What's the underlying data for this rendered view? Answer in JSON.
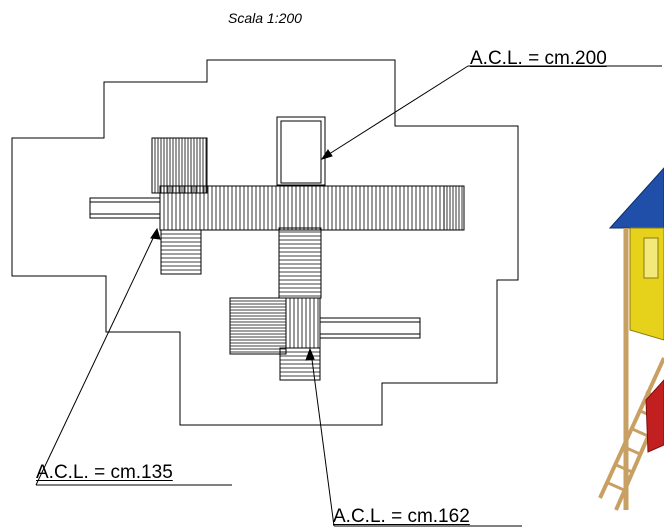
{
  "drawing": {
    "scale_label": "Scala 1:200",
    "annotations": [
      {
        "id": "acl-200",
        "text": "A.C.L. = cm.200"
      },
      {
        "id": "acl-135",
        "text": "A.C.L. = cm.135"
      },
      {
        "id": "acl-162",
        "text": "A.C.L. = cm.162"
      }
    ],
    "colors": {
      "line": "#000000",
      "roof_blue": "#1f4fa8",
      "wall_yellow": "#e6d21a",
      "frame_wood": "#c9a063",
      "accent_red": "#c22020"
    }
  }
}
